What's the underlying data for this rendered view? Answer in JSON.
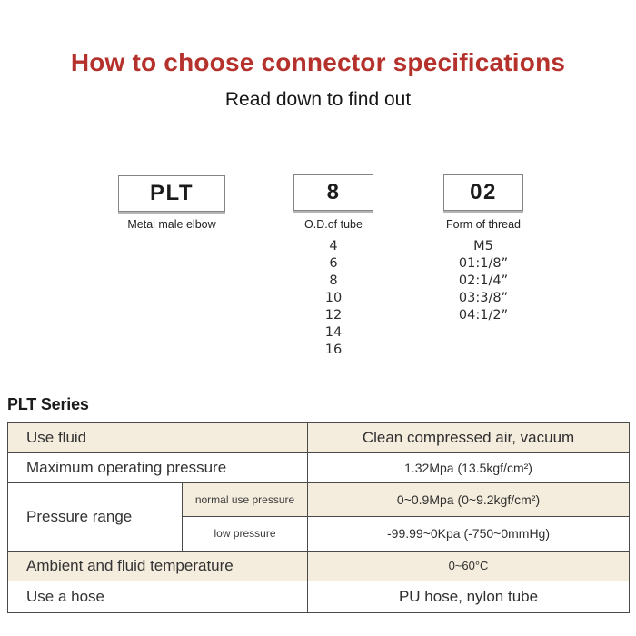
{
  "page": {
    "title": "How to choose connector specifications",
    "subtitle": "Read down to find out"
  },
  "colors": {
    "title_red": "#b5312c",
    "row_beige": "#f4ecdc",
    "table_border": "#4a4a4a",
    "text_dark": "#2c2c2c"
  },
  "selector": {
    "boxes": [
      {
        "code": "PLT",
        "label": "Metal male elbow",
        "options": []
      },
      {
        "code": "8",
        "label": "O.D.of tube",
        "options": [
          "4",
          "6",
          "8",
          "10",
          "12",
          "14",
          "16"
        ]
      },
      {
        "code": "02",
        "label": "Form of thread",
        "options": [
          "M5",
          "01:1/8”",
          "02:1/4”",
          "03:3/8”",
          "04:1/2”"
        ]
      }
    ]
  },
  "series": {
    "heading": "PLT Series",
    "table": {
      "use_fluid": {
        "label": "Use fluid",
        "value": "Clean compressed air, vacuum"
      },
      "max_pressure": {
        "label": "Maximum operating pressure",
        "value": "1.32Mpa (13.5kgf/cm²)"
      },
      "pressure_range": {
        "label": "Pressure range",
        "normal": {
          "label": "normal use pressure",
          "value": "0~0.9Mpa (0~9.2kgf/cm²)"
        },
        "low": {
          "label": "low pressure",
          "value": "-99.99~0Kpa (-750~0mmHg)"
        }
      },
      "ambient_temp": {
        "label": "Ambient and fluid temperature",
        "value": "0~60°C"
      },
      "hose": {
        "label": "Use a hose",
        "value": "PU hose, nylon tube"
      }
    }
  }
}
